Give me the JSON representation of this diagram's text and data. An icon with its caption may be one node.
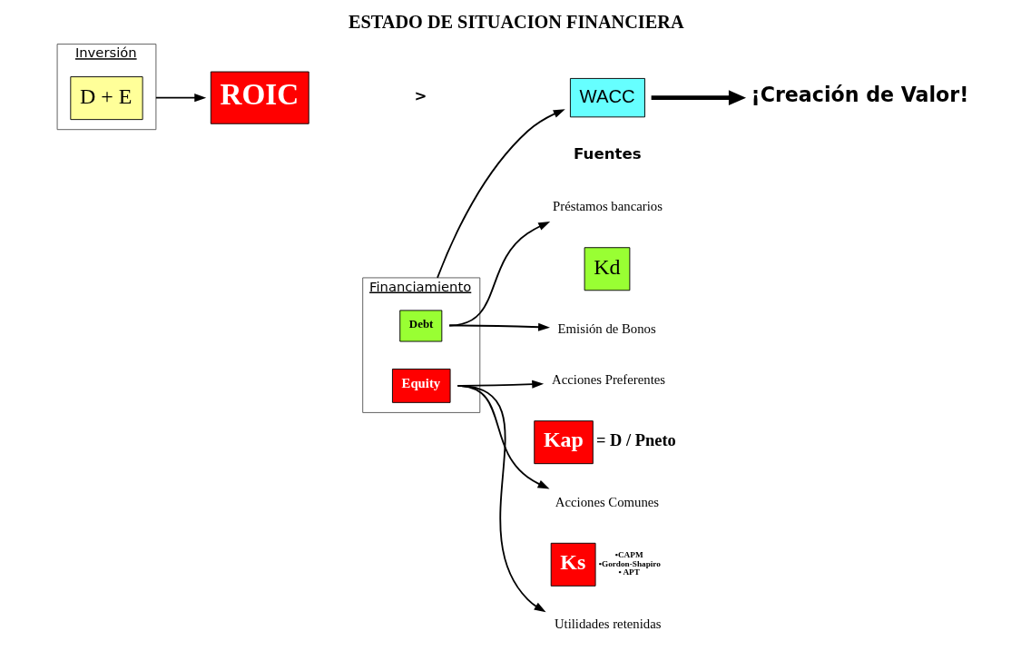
{
  "diagram": {
    "title": "ESTADO DE SITUACION FINANCIERA",
    "nodes": [
      {
        "text": [
          "Inversión"
        ]
      },
      {
        "text": [
          "D + E"
        ],
        "in": 0
      },
      {
        "text": [
          "Financiamiento"
        ]
      },
      {
        "text": [
          "Debt"
        ],
        "in": 2
      },
      {
        "text": [
          "Equity"
        ],
        "in": 2
      },
      {
        "text": [
          "Préstamos bancarios"
        ]
      },
      {
        "text": [
          "Kd"
        ]
      },
      {
        "text": [
          "Emisión de Bonos"
        ]
      },
      {
        "text": [
          "Acciones Preferentes"
        ]
      },
      {
        "text": [
          "Kap"
        ],
        "beside": [
          "= D / Pneto"
        ]
      },
      {
        "text": [
          "Acciones Comunes"
        ]
      },
      {
        "text": [
          "Ks"
        ],
        "beside": [
          "•CAPM",
          "•Gordon-Shapiro",
          "• APT"
        ]
      },
      {
        "text": [
          "Utilidades retenidas"
        ]
      },
      {
        "text": [
          "ROIC"
        ]
      },
      {
        "text": [
          "WACC"
        ]
      },
      {
        "text": [
          "¡Creación de Valor!"
        ]
      }
    ],
    "edges": [
      {
        "from": 3,
        "to": 5,
        "arrow": "to"
      },
      {
        "from": 3,
        "to": 7,
        "arrow": "to"
      },
      {
        "from": 4,
        "to": 8,
        "arrow": "to"
      },
      {
        "from": 4,
        "to": 10,
        "arrow": "to"
      },
      {
        "from": 4,
        "to": 12,
        "arrow": "to"
      },
      {
        "from": 0,
        "to": 13,
        "arrow": "to"
      },
      {
        "from": 2,
        "to": 14,
        "arrow": "to"
      },
      {
        "from": 14,
        "to": 15,
        "arrow": "to",
        "style": "thick"
      }
    ],
    "labels": [
      "Fuentes",
      ">"
    ]
  }
}
